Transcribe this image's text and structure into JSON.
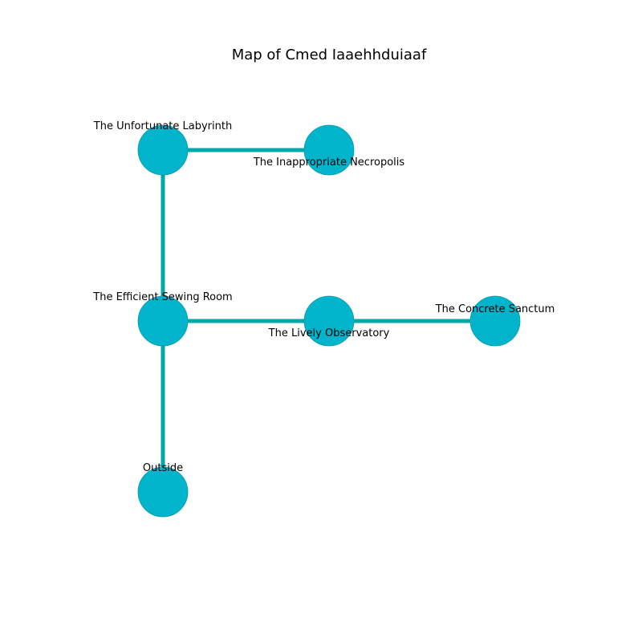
{
  "title": "Map of Cmed Iaaehhduiaaf",
  "colors": {
    "node_fill": "#00b4cc",
    "node_stroke": "#0a9aa8",
    "edge": "#00a8a8",
    "background": "#ffffff"
  },
  "rooms": [
    {
      "id": "unfortunate-labyrinth",
      "label": "The Unfortunate Labyrinth"
    },
    {
      "id": "inappropriate-necropolis",
      "label": "The Inappropriate Necropolis"
    },
    {
      "id": "efficient-sewing-room",
      "label": "The Efficient Sewing Room"
    },
    {
      "id": "lively-observatory",
      "label": "The Lively Observatory"
    },
    {
      "id": "concrete-sanctum",
      "label": "The Concrete Sanctum"
    },
    {
      "id": "outside",
      "label": "Outside"
    }
  ],
  "connections": [
    {
      "from": "unfortunate-labyrinth",
      "to": "inappropriate-necropolis"
    },
    {
      "from": "unfortunate-labyrinth",
      "to": "efficient-sewing-room"
    },
    {
      "from": "efficient-sewing-room",
      "to": "lively-observatory"
    },
    {
      "from": "lively-observatory",
      "to": "concrete-sanctum"
    },
    {
      "from": "efficient-sewing-room",
      "to": "outside"
    }
  ]
}
